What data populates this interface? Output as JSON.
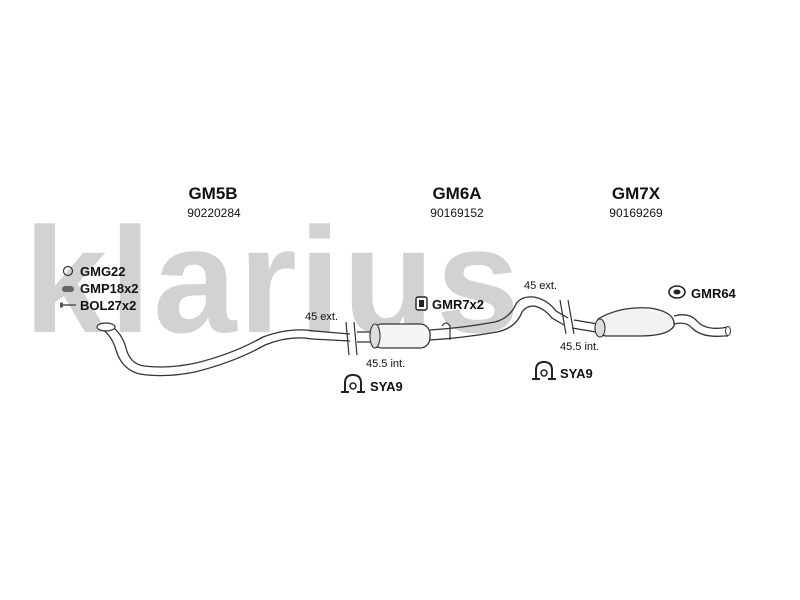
{
  "watermark": "klarius",
  "parts": [
    {
      "code": "GM5B",
      "number": "90220284"
    },
    {
      "code": "GM6A",
      "number": "90169152"
    },
    {
      "code": "GM7X",
      "number": "90169269"
    }
  ],
  "fittings": {
    "gmg": "GMG22",
    "gmp": "GMP18x2",
    "bol": "BOL27x2",
    "gmr_mid": "GMR7x2",
    "gmr_rear": "GMR64",
    "sya_1": "SYA9",
    "sya_2": "SYA9"
  },
  "joints": {
    "j1_ext": "45 ext.",
    "j1_int": "45.5 int.",
    "j2_ext": "45 ext.",
    "j2_int": "45.5 int."
  },
  "colors": {
    "watermark": "#d2d2d2",
    "line": "#333333"
  }
}
